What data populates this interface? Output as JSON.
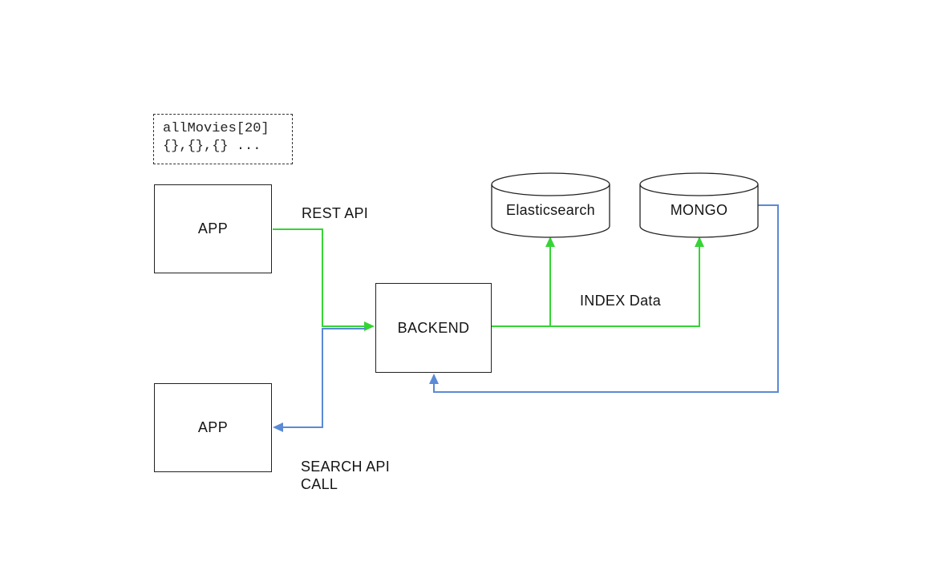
{
  "diagram": {
    "colors": {
      "green": "#35d435",
      "blue": "#5b8ad6"
    },
    "nodes": {
      "movies_buffer": {
        "line1": "allMovies[20]",
        "line2": "{},{},{} ..."
      },
      "app_top": {
        "label": "APP"
      },
      "app_bottom": {
        "label": "APP"
      },
      "backend": {
        "label": "BACKEND"
      },
      "elasticsearch": {
        "label": "Elasticsearch"
      },
      "mongo": {
        "label": "MONGO"
      }
    },
    "edge_labels": {
      "rest_api": "REST API",
      "index_data": "INDEX Data",
      "search_api_call": "SEARCH API CALL"
    }
  }
}
